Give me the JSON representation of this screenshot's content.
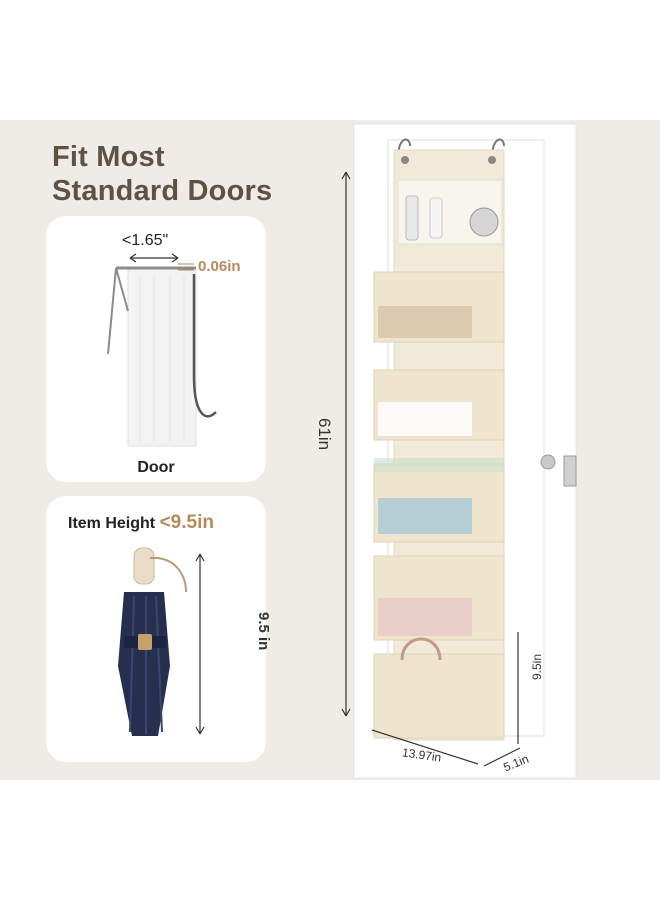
{
  "headline": {
    "line1": "Fit Most",
    "line2": "Standard Doors"
  },
  "door_card": {
    "gap": "<1.65\"",
    "thickness": "0.06in",
    "label": "Door"
  },
  "item_card": {
    "label": "Item Height ",
    "value": "<9.5in",
    "side": "9.5 in"
  },
  "organizer": {
    "height": "61in",
    "width": "13.97in",
    "depth": "5.1in",
    "pocket_height": "9.5in"
  },
  "colors": {
    "accent": "#b78a5c",
    "heading": "#5e5244",
    "band": "#efebe6",
    "fabric": "#f1ead8"
  }
}
